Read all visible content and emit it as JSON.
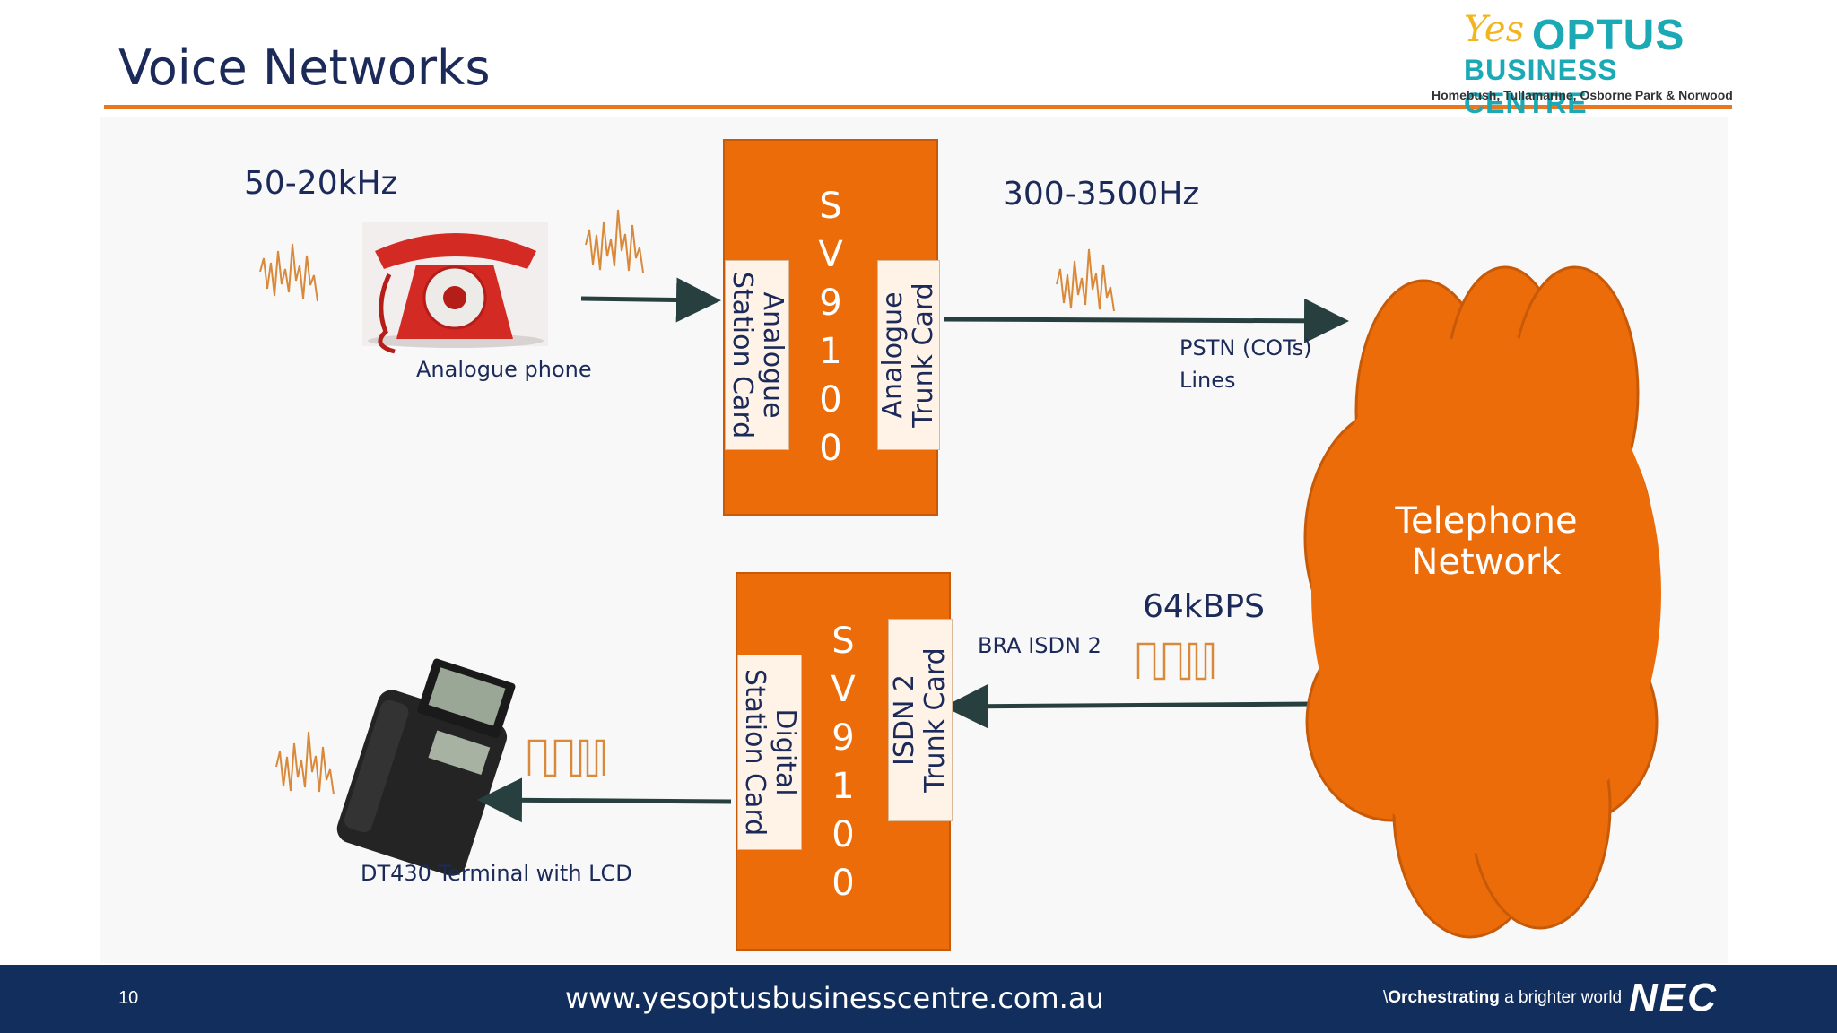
{
  "slide": {
    "title": "Voice Networks",
    "page_number": "10"
  },
  "logo": {
    "yes": "Yes",
    "optus": "OPTUS",
    "business_centre": "BUSINESS CENTRE",
    "locations": "Homebush, Tullamarine, Osborne Park & Norwood"
  },
  "diagram": {
    "analogue_band": "50-20kHz",
    "analogue_phone_label": "Analogue phone",
    "pbx_top": {
      "letters": [
        "S",
        "V",
        "9",
        "1",
        "0",
        "0"
      ],
      "left_card": "Analogue\nStation Card",
      "right_card": "Analogue\nTrunk Card"
    },
    "telephone_band": "300-3500Hz",
    "pstn_label": "PSTN (COTs)\nLines",
    "cloud_label": "Telephone\nNetwork",
    "digital_rate": "64kBPS",
    "bra_label": "BRA  ISDN 2",
    "pbx_bottom": {
      "letters": [
        "S",
        "V",
        "9",
        "1",
        "0",
        "0"
      ],
      "left_card": "Digital\nStation Card",
      "right_card": "ISDN 2\nTrunk Card"
    },
    "digital_phone_label": "DT430 Terminal with LCD"
  },
  "footer": {
    "url": "www.yesoptusbusinesscentre.com.au",
    "tagline_bold": "Orchestrating",
    "tagline_rest": " a brighter world",
    "brand": "NEC"
  },
  "colors": {
    "title_blue": "#1b2a58",
    "accent_orange": "#ed6c0a",
    "footer_navy": "#112e5c",
    "logo_teal": "#1ba9b5",
    "logo_yellow": "#f2b51c"
  }
}
